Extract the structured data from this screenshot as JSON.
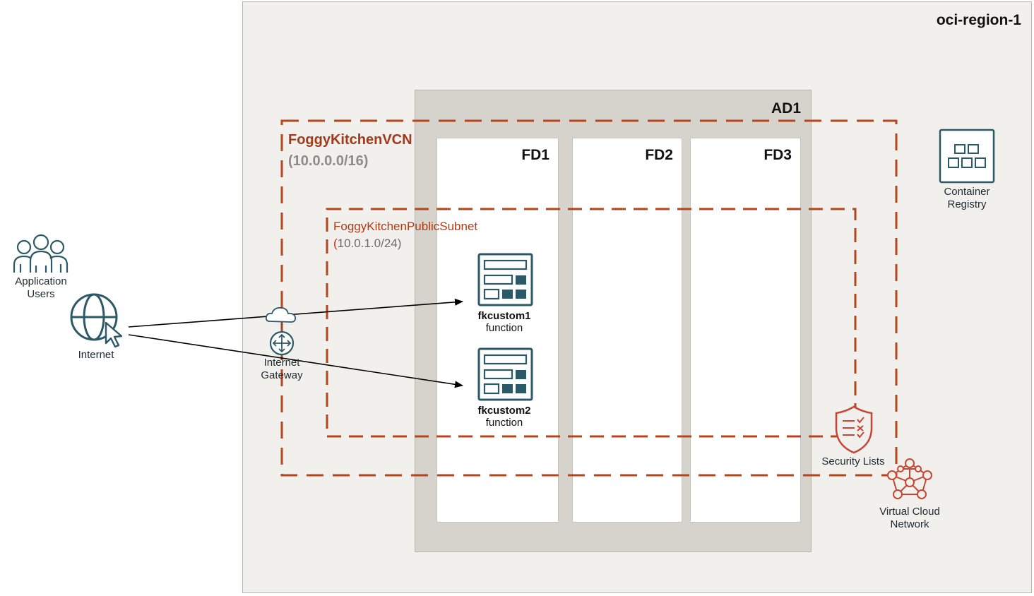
{
  "region": {
    "label": "oci-region-1"
  },
  "availability_domain": {
    "label": "AD1"
  },
  "fault_domains": [
    {
      "label": "FD1"
    },
    {
      "label": "FD2"
    },
    {
      "label": "FD3"
    }
  ],
  "vcn": {
    "name": "FoggyKitchenVCN",
    "cidr": "(10.0.0.0/16)"
  },
  "subnet": {
    "name": "FoggyKitchenPublicSubnet",
    "cidr_open": "(",
    "cidr": "10.0.1.0/24)"
  },
  "users": {
    "label_line1": "Application",
    "label_line2": "Users"
  },
  "internet": {
    "label": "Internet"
  },
  "internet_gateway": {
    "label_line1": "Internet",
    "label_line2": "Gateway"
  },
  "functions": [
    {
      "name": "fkcustom1",
      "type": "function"
    },
    {
      "name": "fkcustom2",
      "type": "function"
    }
  ],
  "container_registry": {
    "label_line1": "Container",
    "label_line2": "Registry"
  },
  "security_lists": {
    "label": "Security Lists"
  },
  "virtual_cloud_network": {
    "label_line1": "Virtual Cloud",
    "label_line2": "Network"
  },
  "colors": {
    "oci_dark": "#2c5967",
    "oci_red": "#c74634",
    "dash_orange": "#b5451b"
  }
}
